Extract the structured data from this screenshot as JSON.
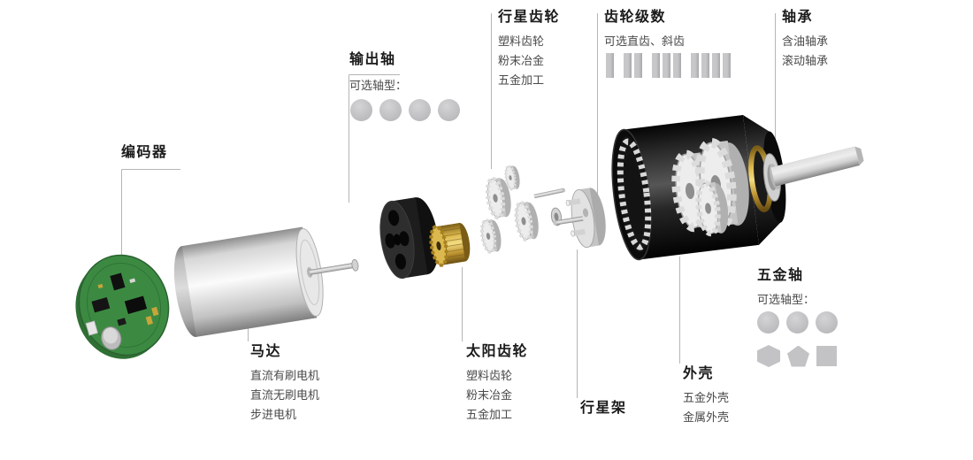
{
  "diagram": {
    "type": "exploded-view",
    "subject": "planetary gearbox motor"
  },
  "callouts": {
    "encoder": {
      "title": "编码器"
    },
    "output_shaft": {
      "title": "输出轴",
      "note": "可选轴型："
    },
    "planetary_gear": {
      "title": "行星齿轮",
      "items": [
        "塑料齿轮",
        "粉末冶金",
        "五金加工"
      ]
    },
    "gear_stages": {
      "title": "齿轮级数",
      "note": "可选直齿、斜齿"
    },
    "bearing": {
      "title": "轴承",
      "items": [
        "含油轴承",
        "滚动轴承"
      ]
    },
    "motor": {
      "title": "马达",
      "items": [
        "直流有刷电机",
        "直流无刷电机",
        "步进电机"
      ]
    },
    "sun_gear": {
      "title": "太阳齿轮",
      "items": [
        "塑料齿轮",
        "粉末冶金",
        "五金加工"
      ]
    },
    "planet_carrier": {
      "title": "行星架"
    },
    "housing": {
      "title": "外壳",
      "items": [
        "五金外壳",
        "金属外壳"
      ]
    },
    "metal_shaft": {
      "title": "五金轴",
      "note": "可选轴型："
    }
  },
  "options": {
    "output_shaft_type_circles": 4,
    "gear_stage_groups": [
      1,
      2,
      3,
      4
    ],
    "metal_shaft_circle_options": 3,
    "metal_shaft_profile_options": [
      "hexagon",
      "pentagon",
      "square"
    ]
  },
  "colors": {
    "background": "#ffffff",
    "title_text": "#1a1a1a",
    "body_text": "#4a4a4a",
    "leader_line": "#b5b5b5",
    "option_shape": "#c3c3c5",
    "pcb_green": "#3c8a42",
    "motor_silver": "#d6d6d6",
    "housing_black": "#141414",
    "brass_gold": "#dcb94e"
  }
}
